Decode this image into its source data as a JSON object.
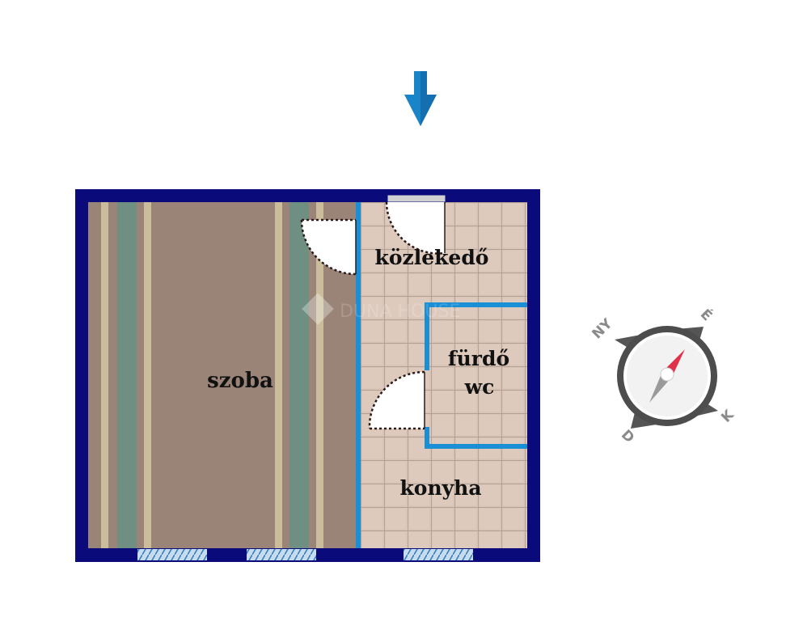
{
  "rooms": {
    "szoba": "szoba",
    "kozlekedo": "közlekedő",
    "furdo": "fürdő",
    "wc": "wc",
    "konyha": "konyha"
  },
  "compass": {
    "north": "É",
    "east": "K",
    "south": "D",
    "west": "NY"
  },
  "watermark": "DUNA HOUSE",
  "colors": {
    "outer_wall": "#0a0a7a",
    "inner_wall": "#1b8fd6",
    "entrance_arrow": "#1a84c8",
    "parquet": "#9a8478",
    "parquet_stripe_green": "#6f8f82",
    "parquet_stripe_beige": "#cbbd9c",
    "tile": "#d8c5b8",
    "tile_grout": "#a99486",
    "window": "#9fc4e0",
    "compass_ring": "#6b6b6b",
    "compass_needle_red": "#e0304a",
    "compass_needle_gray": "#9a9a9a"
  },
  "icons": {
    "entrance": "arrow-down-icon",
    "compass": "compass-icon",
    "watermark": "diamond-logo-icon"
  }
}
